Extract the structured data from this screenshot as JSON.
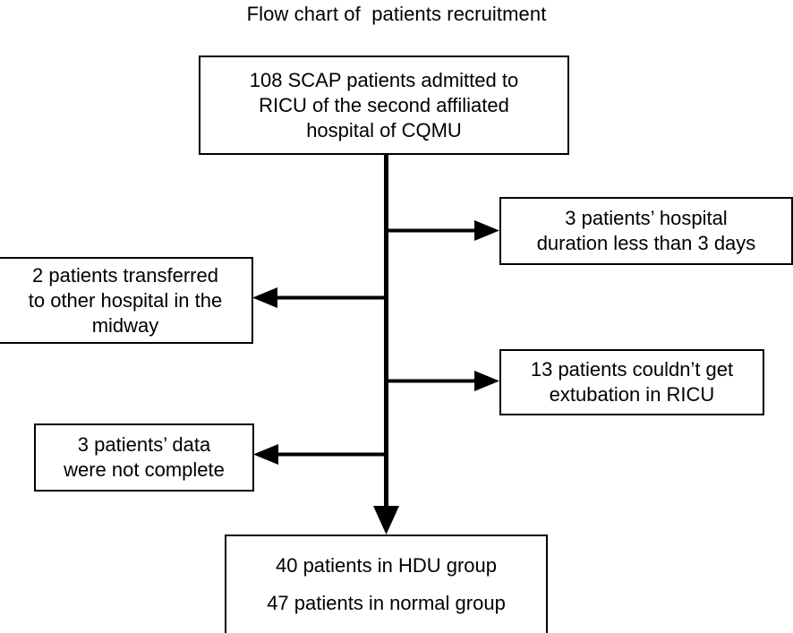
{
  "chart_data": {
    "type": "diagram",
    "diagram_kind": "flowchart",
    "title": "Flow chart of  patients recruitment",
    "nodes": [
      {
        "id": "source",
        "role": "enrolled",
        "count": 108,
        "lines": [
          "108 SCAP patients admitted to",
          "RICU of the second affiliated",
          "hospital of CQMU"
        ]
      },
      {
        "id": "excl-duration",
        "role": "exclusion",
        "count": 3,
        "side": "right",
        "lines": [
          "3 patients’ hospital",
          "duration less than 3 days"
        ]
      },
      {
        "id": "excl-transferred",
        "role": "exclusion",
        "count": 2,
        "side": "left",
        "lines": [
          "2 patients transferred",
          "to other hospital in the",
          "midway"
        ]
      },
      {
        "id": "excl-extubation",
        "role": "exclusion",
        "count": 13,
        "side": "right",
        "lines": [
          "13 patients couldn’t get",
          "extubation in RICU"
        ]
      },
      {
        "id": "excl-incomplete",
        "role": "exclusion",
        "count": 3,
        "side": "left",
        "lines": [
          "3 patients’ data",
          "were not complete"
        ]
      },
      {
        "id": "result",
        "role": "final-groups",
        "lines": [
          "40 patients in HDU group",
          "47 patients in normal group"
        ],
        "groups": [
          {
            "name": "HDU group",
            "count": 40
          },
          {
            "name": "normal group",
            "count": 47
          }
        ]
      }
    ],
    "edges": [
      {
        "from": "source",
        "to": "result",
        "direction": "down",
        "kind": "trunk"
      },
      {
        "from": "source",
        "to": "excl-duration",
        "direction": "right"
      },
      {
        "from": "source",
        "to": "excl-transferred",
        "direction": "left"
      },
      {
        "from": "source",
        "to": "excl-extubation",
        "direction": "right"
      },
      {
        "from": "source",
        "to": "excl-incomplete",
        "direction": "left"
      }
    ],
    "colors": {
      "stroke": "#000000",
      "background": "#ffffff",
      "text": "#000000"
    }
  }
}
